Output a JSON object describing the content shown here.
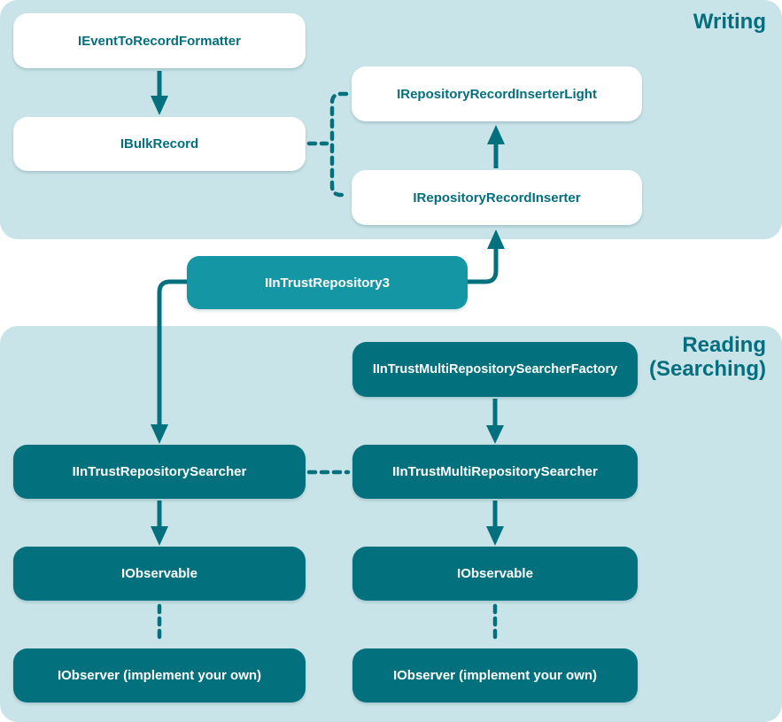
{
  "sections": {
    "writing": {
      "label": "Writing"
    },
    "reading": {
      "label": "Reading (Searching)",
      "line1": "Reading",
      "line2": "(Searching)"
    }
  },
  "nodes": {
    "formatter": {
      "label": "IEventToRecordFormatter",
      "style": "white"
    },
    "bulk_record": {
      "label": "IBulkRecord",
      "style": "white"
    },
    "inserter_light": {
      "label": "IRepositoryRecordInserterLight",
      "style": "white"
    },
    "inserter": {
      "label": "IRepositoryRecordInserter",
      "style": "white"
    },
    "repository3": {
      "label": "IInTrustRepository3",
      "style": "medium-teal"
    },
    "multi_factory": {
      "label": "IInTrustMultiRepositorySearcherFactory",
      "style": "dark-teal"
    },
    "searcher": {
      "label": "IInTrustRepositorySearcher",
      "style": "dark-teal"
    },
    "multi_searcher": {
      "label": "IInTrustMultiRepositorySearcher",
      "style": "dark-teal"
    },
    "observable_left": {
      "label": "IObservable",
      "style": "dark-teal"
    },
    "observable_right": {
      "label": "IObservable",
      "style": "dark-teal"
    },
    "observer_left": {
      "label": "IObserver (implement your own)",
      "style": "dark-teal"
    },
    "observer_right": {
      "label": "IObserver (implement your own)",
      "style": "dark-teal"
    }
  },
  "edges": [
    {
      "from": "IEventToRecordFormatter",
      "to": "IBulkRecord",
      "style": "solid-arrow",
      "direction": "down"
    },
    {
      "from": "IBulkRecord",
      "to": "IRepositoryRecordInserterLight",
      "style": "dashed",
      "direction": "right"
    },
    {
      "from": "IBulkRecord",
      "to": "IRepositoryRecordInserter",
      "style": "dashed",
      "direction": "right"
    },
    {
      "from": "IRepositoryRecordInserter",
      "to": "IRepositoryRecordInserterLight",
      "style": "solid-arrow",
      "direction": "up"
    },
    {
      "from": "IInTrustRepository3",
      "to": "IRepositoryRecordInserter",
      "style": "solid-arrow",
      "direction": "right-up"
    },
    {
      "from": "IInTrustRepository3",
      "to": "IInTrustRepositorySearcher",
      "style": "solid-arrow",
      "direction": "left-down"
    },
    {
      "from": "IInTrustMultiRepositorySearcherFactory",
      "to": "IInTrustMultiRepositorySearcher",
      "style": "solid-arrow",
      "direction": "down"
    },
    {
      "from": "IInTrustRepositorySearcher",
      "to": "IInTrustMultiRepositorySearcher",
      "style": "dashed",
      "direction": "right"
    },
    {
      "from": "IInTrustRepositorySearcher",
      "to": "IObservable",
      "style": "solid-arrow",
      "direction": "down"
    },
    {
      "from": "IInTrustMultiRepositorySearcher",
      "to": "IObservable",
      "style": "solid-arrow",
      "direction": "down"
    },
    {
      "from": "IObservable",
      "to": "IObserver (implement your own)",
      "style": "dashed",
      "direction": "down",
      "column": "left"
    },
    {
      "from": "IObservable",
      "to": "IObserver (implement your own)",
      "style": "dashed",
      "direction": "down",
      "column": "right"
    }
  ],
  "colors": {
    "panel_bg": "#c8e4e8",
    "dark_teal": "#03707e",
    "medium_teal": "#1596a4",
    "white_box": "#ffffff",
    "label_text": "#046e7e",
    "connector": "#03707e"
  }
}
